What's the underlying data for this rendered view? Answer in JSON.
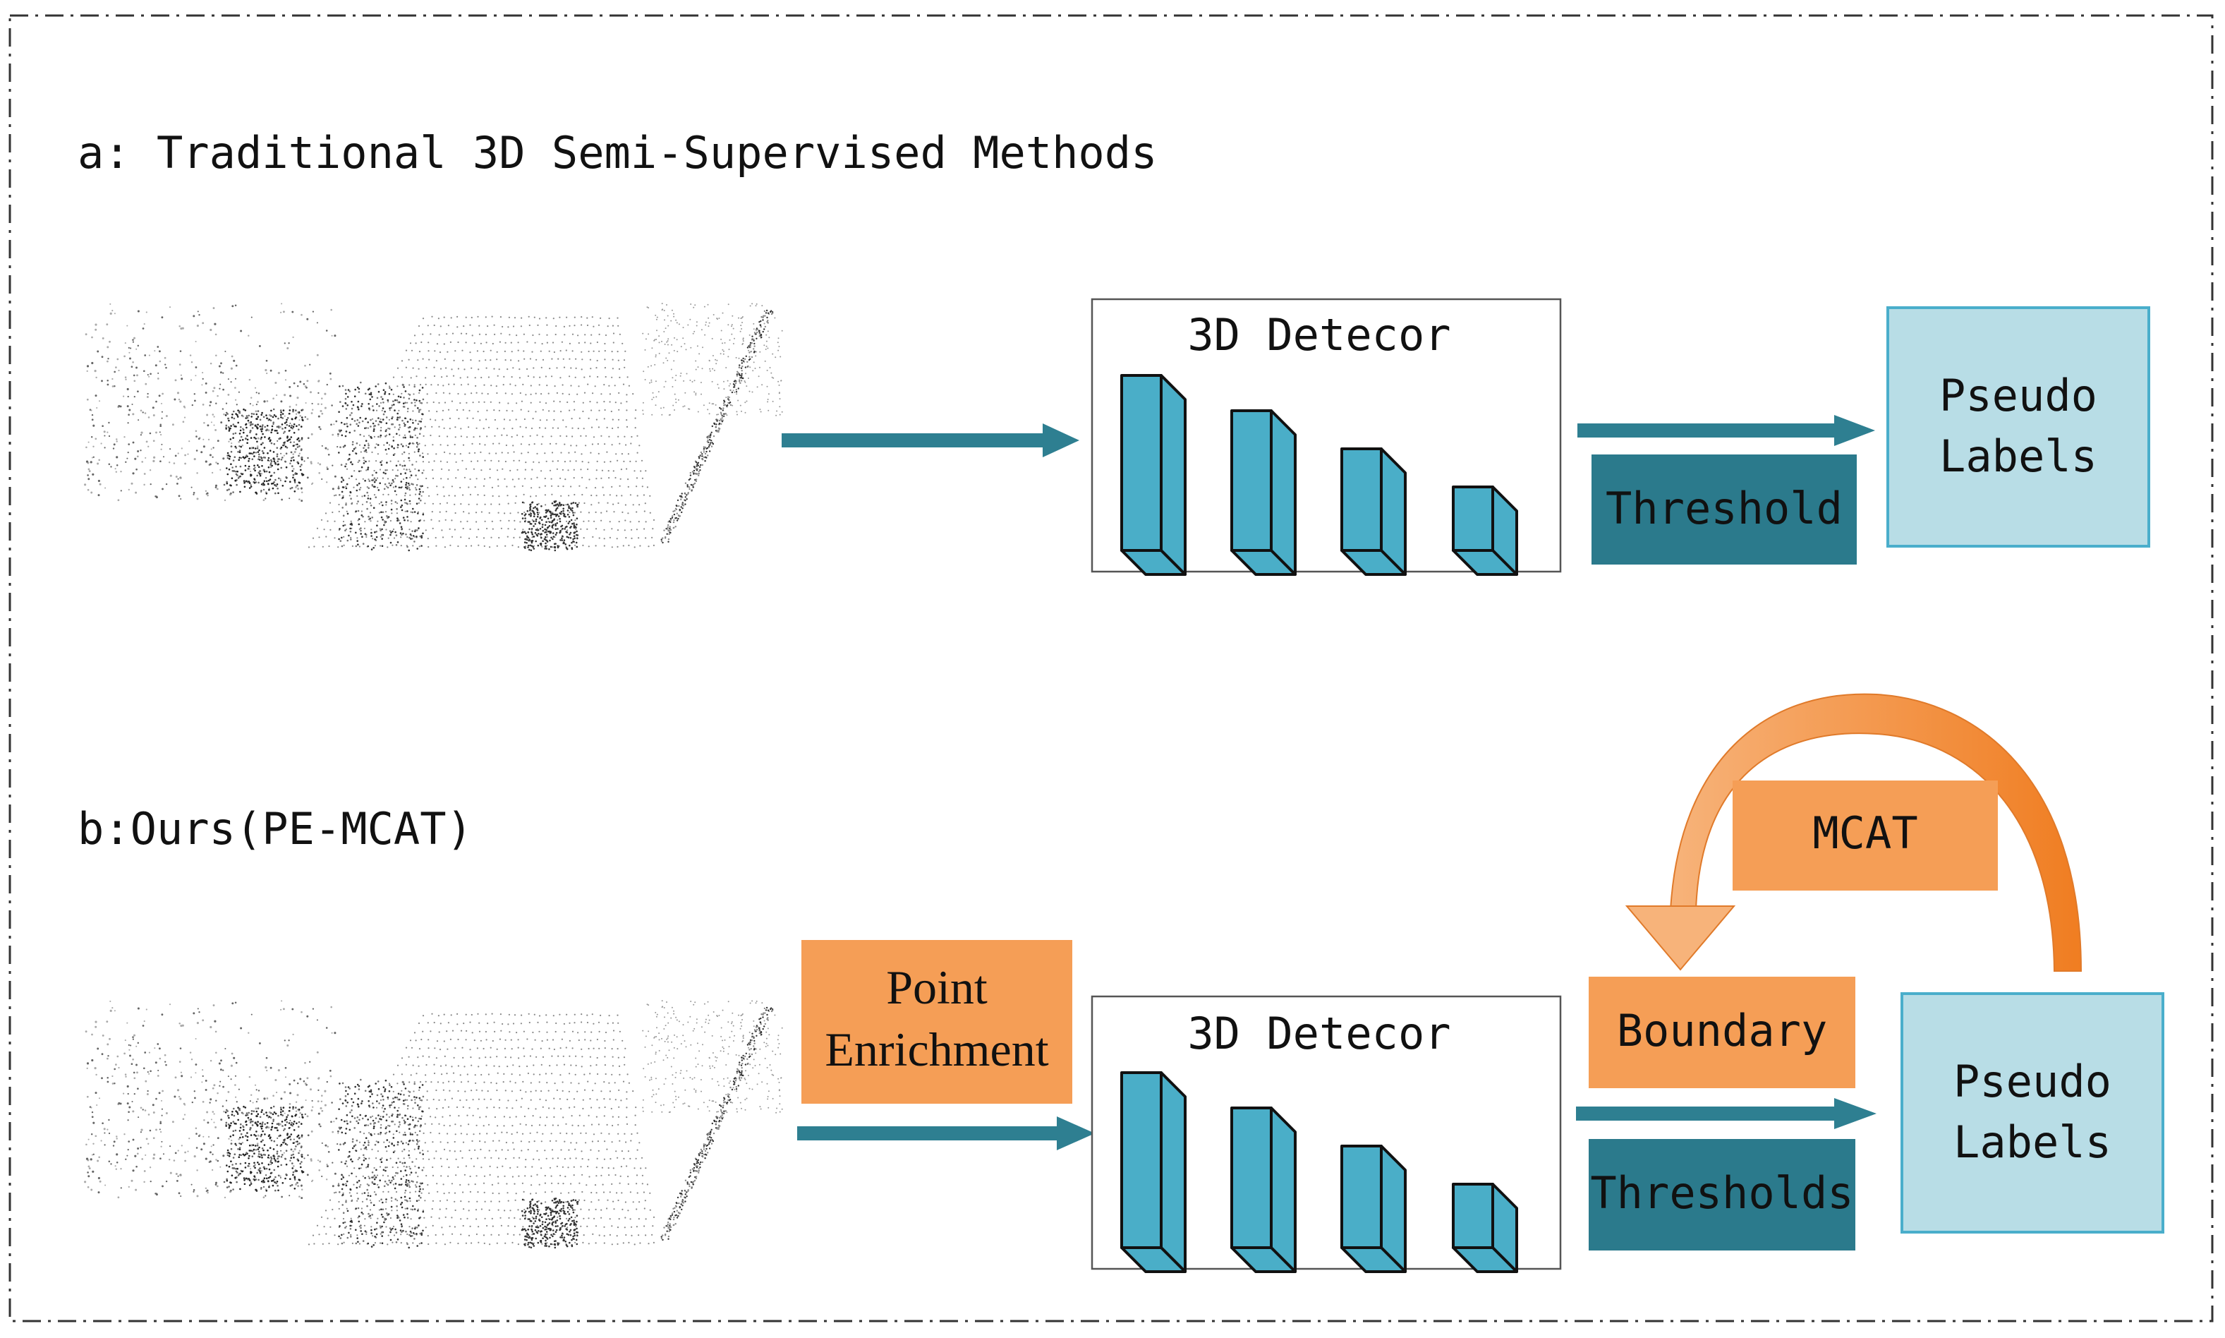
{
  "section_a": {
    "title": "a: Traditional 3D Semi-Supervised Methods",
    "detector_label": "3D Detecor",
    "threshold_label": "Threshold",
    "pseudo_labels_line1": "Pseudo",
    "pseudo_labels_line2": "Labels"
  },
  "section_b": {
    "title": "b:Ours(PE-MCAT)",
    "point_enrichment_line1": "Point",
    "point_enrichment_line2": "Enrichment",
    "detector_label": "3D Detecor",
    "boundary_label": "Boundary",
    "thresholds_label": "Thresholds",
    "mcat_label": "MCAT",
    "pseudo_labels_line1": "Pseudo",
    "pseudo_labels_line2": "Labels"
  },
  "colors": {
    "teal_arrow": "#2e7f91",
    "dark_teal_box": "#2b7a8c",
    "light_blue_box": "#b8dde6",
    "light_blue_border": "#4aaecb",
    "cube_face": "#4aaec8",
    "orange": "#f59e56",
    "orange_dark": "#f07d21"
  }
}
